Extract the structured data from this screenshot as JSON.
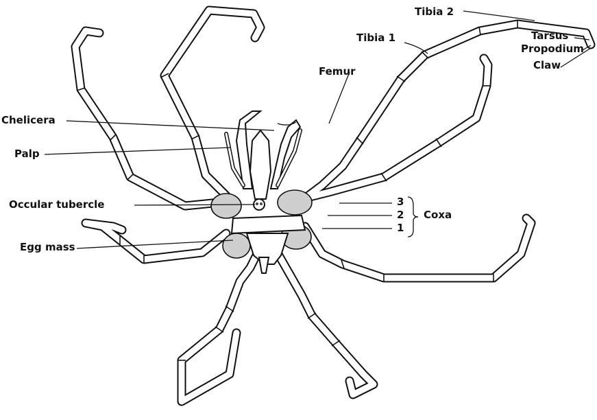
{
  "diagram": {
    "labels": {
      "tibia2": "Tibia 2",
      "tibia1": "Tibia 1",
      "tarsus": "Tarsus",
      "propodium": "Propodium",
      "claw": "Claw",
      "femur": "Femur",
      "chelicera": "Chelicera",
      "palp": "Palp",
      "occular_tubercle": "Occular tubercle",
      "egg_mass": "Egg mass",
      "coxa": "Coxa",
      "coxa_3": "3",
      "coxa_2": "2",
      "coxa_1": "1"
    }
  }
}
